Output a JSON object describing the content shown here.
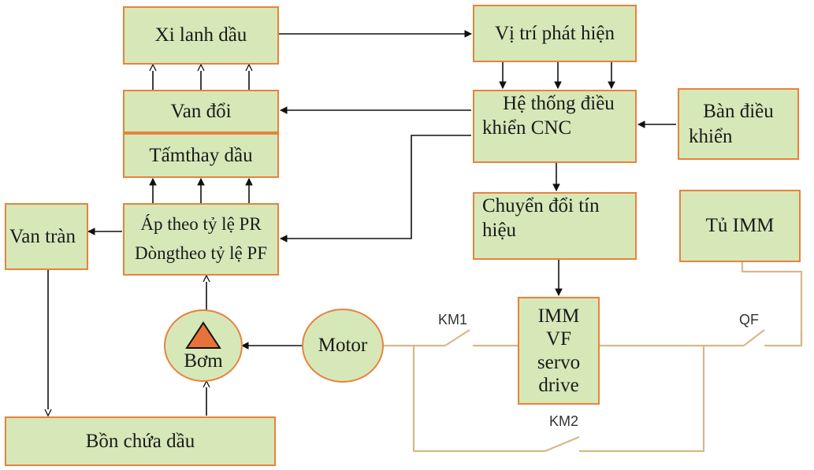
{
  "nodes": {
    "xi_lanh": "Xi lanh dầu",
    "vi_tri": "Vị trí phát hiện",
    "van_doi": "Van đổi",
    "tam_thay": "Tấmthay dầu",
    "he_thong_1": "Hệ thống điều",
    "he_thong_2": "khiển CNC",
    "ban_dieu_1": "Bàn điều",
    "ban_dieu_2": "khiển",
    "ap_theo": "Áp theo tỷ lệ PR",
    "dong_theo": "Dòngtheo tỷ lệ PF",
    "van_tran": "Van tràn",
    "chuyen_doi_1": "Chuyển đổi tín",
    "chuyen_doi_2": "hiệu",
    "tu_imm": "Tủ IMM",
    "imm_1": "IMM",
    "imm_2": "VF",
    "imm_3": "servo",
    "imm_4": "drive",
    "motor": "Motor",
    "bom": "Bơm",
    "bon_chua": "Bồn chứa dầu"
  },
  "switches": {
    "km1": "KM1",
    "km2": "KM2",
    "qf": "QF"
  },
  "colors": {
    "box_fill": "#d6e8b8",
    "box_border": "#e8823d",
    "wire": "#d4b98a",
    "arrow": "#111111",
    "triangle": "#e8733a"
  }
}
